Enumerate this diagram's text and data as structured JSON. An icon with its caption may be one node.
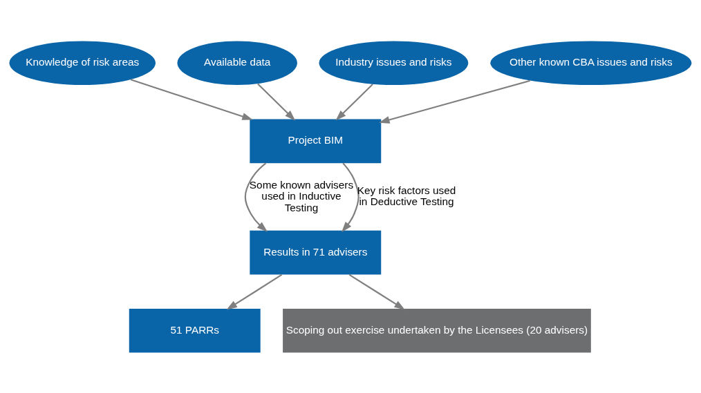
{
  "diagram": {
    "nodes": [
      {
        "text": [
          "Knowledge of risk areas"
        ]
      },
      {
        "text": [
          "Available data"
        ]
      },
      {
        "text": [
          "Industry issues and risks"
        ]
      },
      {
        "text": [
          "Other known CBA issues and risks"
        ]
      },
      {
        "text": [
          "Project BIM"
        ]
      },
      {
        "text": [
          "Results in 71 advisers"
        ]
      },
      {
        "text": [
          "51 PARRs"
        ]
      },
      {
        "text": [
          "Scoping out exercise undertaken by the Licensees (20 advisers)"
        ]
      }
    ],
    "edges": [
      {
        "from": 0,
        "to": 4,
        "arrow": "to"
      },
      {
        "from": 1,
        "to": 4,
        "arrow": "to"
      },
      {
        "from": 2,
        "to": 4,
        "arrow": "to"
      },
      {
        "from": 3,
        "to": 4,
        "arrow": "to"
      },
      {
        "from": 4,
        "to": 5,
        "arrow": "to",
        "label": "Some known advisers used in Inductive Testing"
      },
      {
        "from": 4,
        "to": 5,
        "arrow": "to",
        "label": "Key risk factors used in Deductive Testing"
      },
      {
        "from": 5,
        "to": 6,
        "arrow": "to"
      },
      {
        "from": 5,
        "to": 7,
        "arrow": "to"
      }
    ]
  }
}
